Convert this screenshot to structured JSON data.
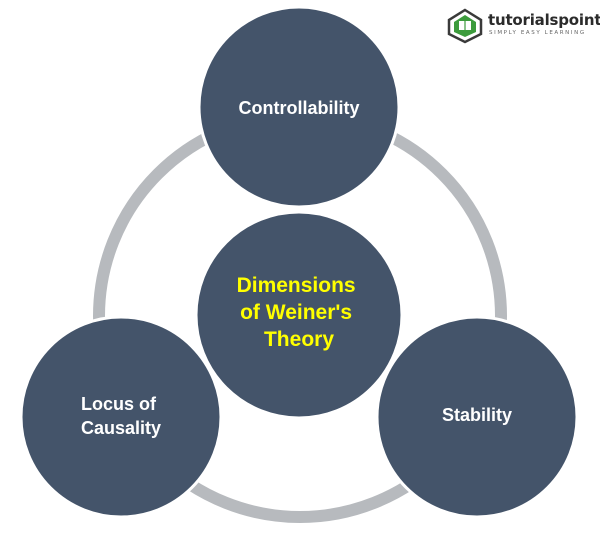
{
  "logo": {
    "name": "tutorialspoint",
    "tagline": "SIMPLY EASY LEARNING"
  },
  "diagram": {
    "center": {
      "lines": [
        "Dimensions",
        "of Weiner's",
        "Theory"
      ]
    },
    "nodes": {
      "top": {
        "lines": [
          "Controllability"
        ]
      },
      "left": {
        "lines": [
          "Locus of",
          "Causality"
        ]
      },
      "right": {
        "lines": [
          "Stability"
        ]
      }
    }
  },
  "colors": {
    "node_fill": "#44546a",
    "node_stroke": "#ffffff",
    "ring": "#b7babe",
    "node_text": "#ffffff",
    "center_text": "#ffff00",
    "logo_green": "#3c9b3c"
  }
}
